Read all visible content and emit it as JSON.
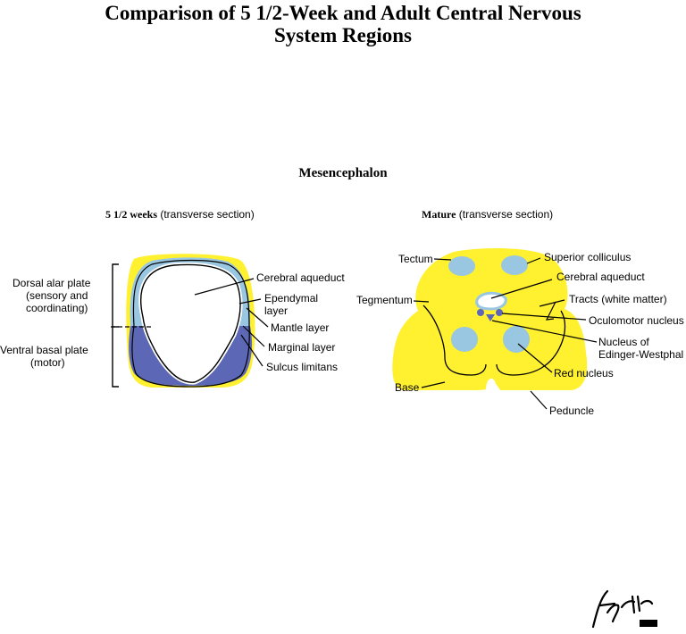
{
  "title_line1": "Comparison of 5 1/2-Week and Adult Central Nervous",
  "title_line2": "System Regions",
  "section_title": "Mesencephalon",
  "left": {
    "subtitle_bold": "5 1/2 weeks",
    "subtitle_rest": " (transverse section)",
    "bracket_dorsal_1": "Dorsal alar plate",
    "bracket_dorsal_2": "(sensory and",
    "bracket_dorsal_3": "coordinating)",
    "bracket_ventral_1": "Ventral basal plate",
    "bracket_ventral_2": "(motor)",
    "cerebral_aqueduct": "Cerebral aqueduct",
    "ependymal_1": "Ependymal",
    "ependymal_2": "layer",
    "mantle": "Mantle layer",
    "marginal": "Marginal layer",
    "sulcus": "Sulcus limitans"
  },
  "right": {
    "subtitle_bold": "Mature",
    "subtitle_rest": " (transverse section)",
    "tectum": "Tectum",
    "superior_colliculus": "Superior colliculus",
    "cerebral_aqueduct": "Cerebral aqueduct",
    "tegmentum": "Tegmentum",
    "tracts": "Tracts (white matter)",
    "oculomotor": "Oculomotor nucleus",
    "edinger_1": "Nucleus of",
    "edinger_2": "Edinger-Westphal",
    "red_nucleus": "Red nucleus",
    "base": "Base",
    "peduncle": "Peduncle"
  },
  "colors": {
    "yellow": "#fff030",
    "light_blue": "#99c6e0",
    "dark_blue": "#5c68b6",
    "line": "#000000"
  },
  "signature_icon": "netter-signature-icon"
}
